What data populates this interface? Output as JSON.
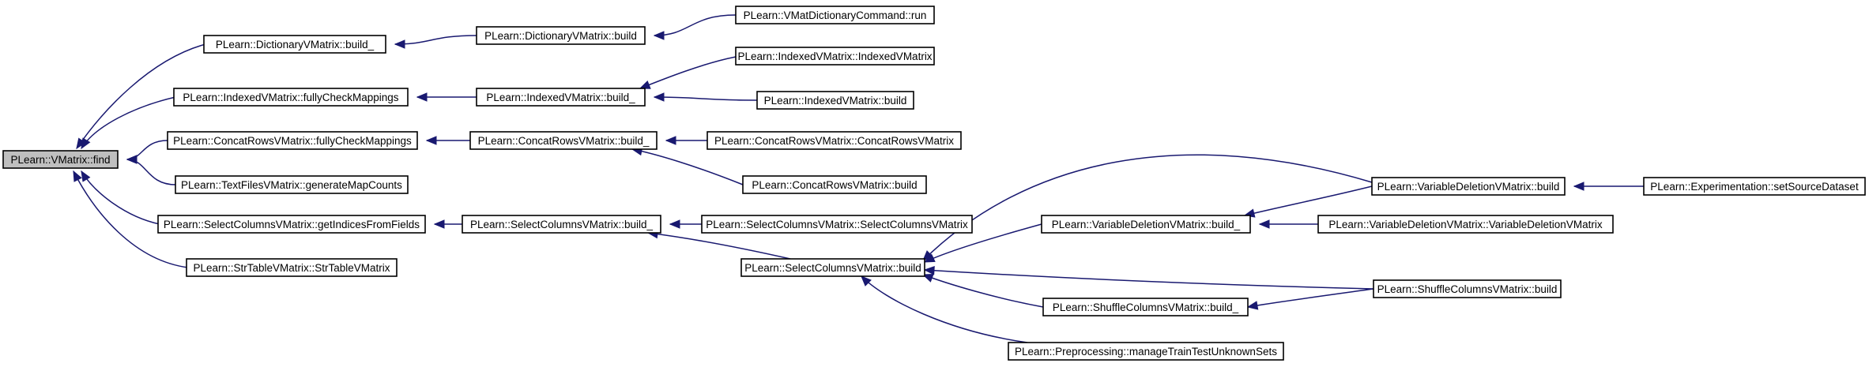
{
  "nodes": [
    {
      "id": "find",
      "label": "PLearn::VMatrix::find",
      "root": true
    },
    {
      "id": "dict_build_",
      "label": "PLearn::DictionaryVMatrix::build_"
    },
    {
      "id": "dict_build",
      "label": "PLearn::DictionaryVMatrix::build"
    },
    {
      "id": "vmatdict_run",
      "label": "PLearn::VMatDictionaryCommand::run"
    },
    {
      "id": "idx_fcm",
      "label": "PLearn::IndexedVMatrix::fullyCheckMappings"
    },
    {
      "id": "idx_build_",
      "label": "PLearn::IndexedVMatrix::build_"
    },
    {
      "id": "idx_ctor",
      "label": "PLearn::IndexedVMatrix::IndexedVMatrix"
    },
    {
      "id": "idx_build",
      "label": "PLearn::IndexedVMatrix::build"
    },
    {
      "id": "cr_fcm",
      "label": "PLearn::ConcatRowsVMatrix::fullyCheckMappings"
    },
    {
      "id": "cr_build_",
      "label": "PLearn::ConcatRowsVMatrix::build_"
    },
    {
      "id": "cr_ctor",
      "label": "PLearn::ConcatRowsVMatrix::ConcatRowsVMatrix"
    },
    {
      "id": "cr_build",
      "label": "PLearn::ConcatRowsVMatrix::build"
    },
    {
      "id": "tf_gmc",
      "label": "PLearn::TextFilesVMatrix::generateMapCounts"
    },
    {
      "id": "sc_gif",
      "label": "PLearn::SelectColumnsVMatrix::getIndicesFromFields"
    },
    {
      "id": "sc_build_",
      "label": "PLearn::SelectColumnsVMatrix::build_"
    },
    {
      "id": "sc_ctor",
      "label": "PLearn::SelectColumnsVMatrix::SelectColumnsVMatrix"
    },
    {
      "id": "sc_build",
      "label": "PLearn::SelectColumnsVMatrix::build"
    },
    {
      "id": "st_ctor",
      "label": "PLearn::StrTableVMatrix::StrTableVMatrix"
    },
    {
      "id": "vd_build_",
      "label": "PLearn::VariableDeletionVMatrix::build_"
    },
    {
      "id": "vd_build",
      "label": "PLearn::VariableDeletionVMatrix::build"
    },
    {
      "id": "vd_ctor",
      "label": "PLearn::VariableDeletionVMatrix::VariableDeletionVMatrix"
    },
    {
      "id": "exp_ssd",
      "label": "PLearn::Experimentation::setSourceDataset"
    },
    {
      "id": "shc_build_",
      "label": "PLearn::ShuffleColumnsVMatrix::build_"
    },
    {
      "id": "shc_build",
      "label": "PLearn::ShuffleColumnsVMatrix::build"
    },
    {
      "id": "pre_mttus",
      "label": "PLearn::Preprocessing::manageTrainTestUnknownSets"
    }
  ],
  "edges": [
    {
      "from": "dict_build_",
      "to": "find"
    },
    {
      "from": "idx_fcm",
      "to": "find"
    },
    {
      "from": "cr_fcm",
      "to": "find"
    },
    {
      "from": "tf_gmc",
      "to": "find"
    },
    {
      "from": "sc_gif",
      "to": "find"
    },
    {
      "from": "st_ctor",
      "to": "find"
    },
    {
      "from": "dict_build",
      "to": "dict_build_"
    },
    {
      "from": "vmatdict_run",
      "to": "dict_build"
    },
    {
      "from": "idx_build_",
      "to": "idx_fcm"
    },
    {
      "from": "idx_ctor",
      "to": "idx_build_"
    },
    {
      "from": "idx_build",
      "to": "idx_build_"
    },
    {
      "from": "cr_build_",
      "to": "cr_fcm"
    },
    {
      "from": "cr_ctor",
      "to": "cr_build_"
    },
    {
      "from": "cr_build",
      "to": "cr_build_"
    },
    {
      "from": "sc_build_",
      "to": "sc_gif"
    },
    {
      "from": "sc_ctor",
      "to": "sc_build_"
    },
    {
      "from": "sc_build",
      "to": "sc_build_"
    },
    {
      "from": "vd_build",
      "to": "sc_build"
    },
    {
      "from": "vd_build_",
      "to": "sc_build"
    },
    {
      "from": "shc_build",
      "to": "sc_build"
    },
    {
      "from": "shc_build_",
      "to": "sc_build"
    },
    {
      "from": "pre_mttus",
      "to": "sc_build"
    },
    {
      "from": "vd_build",
      "to": "vd_build_"
    },
    {
      "from": "vd_ctor",
      "to": "vd_build_"
    },
    {
      "from": "exp_ssd",
      "to": "vd_build"
    },
    {
      "from": "shc_build",
      "to": "shc_build_"
    }
  ]
}
